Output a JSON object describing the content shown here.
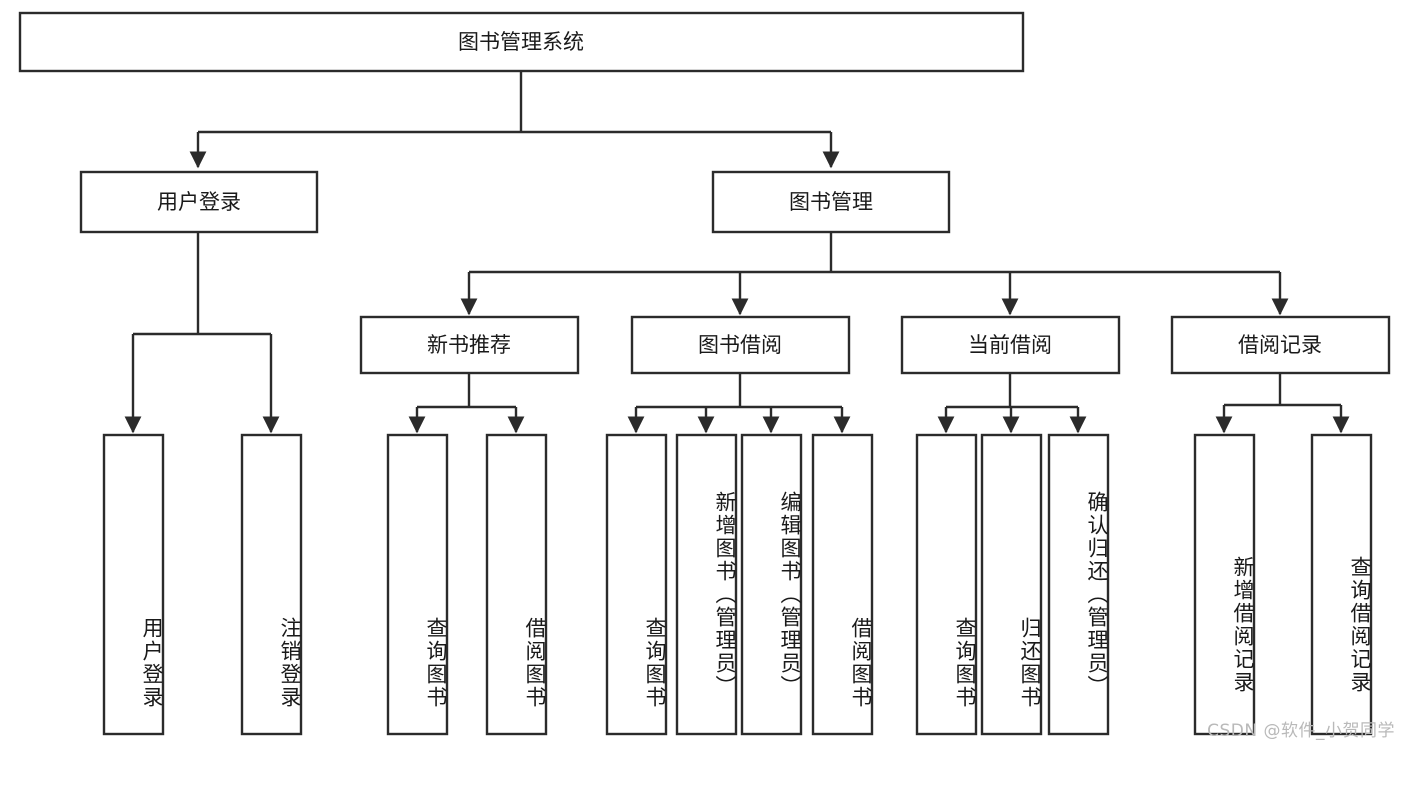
{
  "diagram": {
    "type": "tree-hierarchy",
    "title": "图书管理系统",
    "orientation": "top-down",
    "colors": {
      "box_stroke": "#2b2b2b",
      "box_fill": "#ffffff",
      "connector": "#2b2b2b",
      "background": "#ffffff",
      "watermark": "#b9b9b9"
    },
    "root": {
      "label": "图书管理系统",
      "level": 0
    },
    "level1": [
      {
        "id": "user-login",
        "label": "用户登录"
      },
      {
        "id": "book-management",
        "label": "图书管理"
      }
    ],
    "level2": [
      {
        "id": "new-book-recommend",
        "label": "新书推荐",
        "parent": "book-management"
      },
      {
        "id": "book-borrow",
        "label": "图书借阅",
        "parent": "book-management"
      },
      {
        "id": "current-borrow",
        "label": "当前借阅",
        "parent": "book-management"
      },
      {
        "id": "borrow-record",
        "label": "借阅记录",
        "parent": "book-management"
      }
    ],
    "leaves": {
      "user-login": [
        {
          "id": "leaf-user-login",
          "label": "用户登录"
        },
        {
          "id": "leaf-user-logout",
          "label": "注销登录"
        }
      ],
      "new-book-recommend": [
        {
          "id": "leaf-query-book-1",
          "label": "查询图书"
        },
        {
          "id": "leaf-borrow-book-1",
          "label": "借阅图书"
        }
      ],
      "book-borrow": [
        {
          "id": "leaf-query-book-2",
          "label": "查询图书"
        },
        {
          "id": "leaf-add-book",
          "label": "新增图书（管理员）"
        },
        {
          "id": "leaf-edit-book",
          "label": "编辑图书（管理员）"
        },
        {
          "id": "leaf-borrow-book-2",
          "label": "借阅图书"
        }
      ],
      "current-borrow": [
        {
          "id": "leaf-query-book-3",
          "label": "查询图书"
        },
        {
          "id": "leaf-return-book",
          "label": "归还图书"
        },
        {
          "id": "leaf-confirm-return",
          "label": "确认归还（管理员）"
        }
      ],
      "borrow-record": [
        {
          "id": "leaf-add-record",
          "label": "新增借阅记录"
        },
        {
          "id": "leaf-query-record",
          "label": "查询借阅记录"
        }
      ]
    }
  },
  "watermark": {
    "text": "CSDN @软件_小贺同学"
  }
}
